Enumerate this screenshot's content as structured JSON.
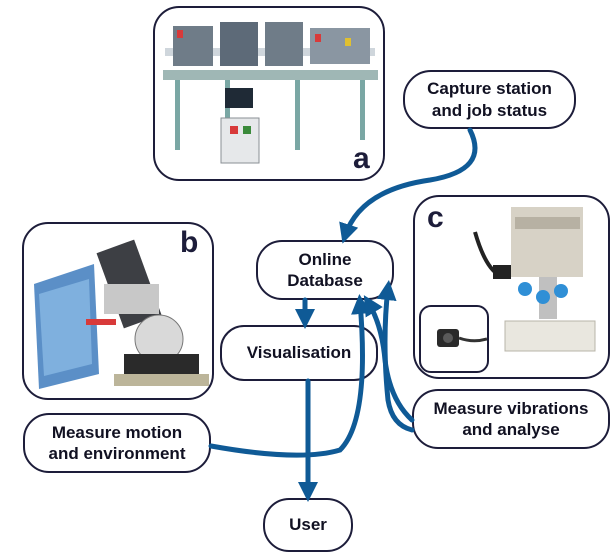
{
  "panels": {
    "a": {
      "letter": "a",
      "image": "assembly-line-photo"
    },
    "b": {
      "letter": "b",
      "image": "industrial-robot-photo"
    },
    "c": {
      "letter": "c",
      "image": "drill-spindle-photo",
      "inset_image": "vibration-sensor-photo"
    }
  },
  "nodes": {
    "capture": "Capture station\nand job status",
    "database": "Online\nDatabase",
    "visualisation": "Visualisation",
    "vibrations": "Measure vibrations\nand analyse",
    "motion": "Measure motion\nand environment",
    "user": "User"
  },
  "colors": {
    "arrow": "#0f5a96",
    "border": "#1d1d3a",
    "panel_blue": "#5b8fc7"
  }
}
